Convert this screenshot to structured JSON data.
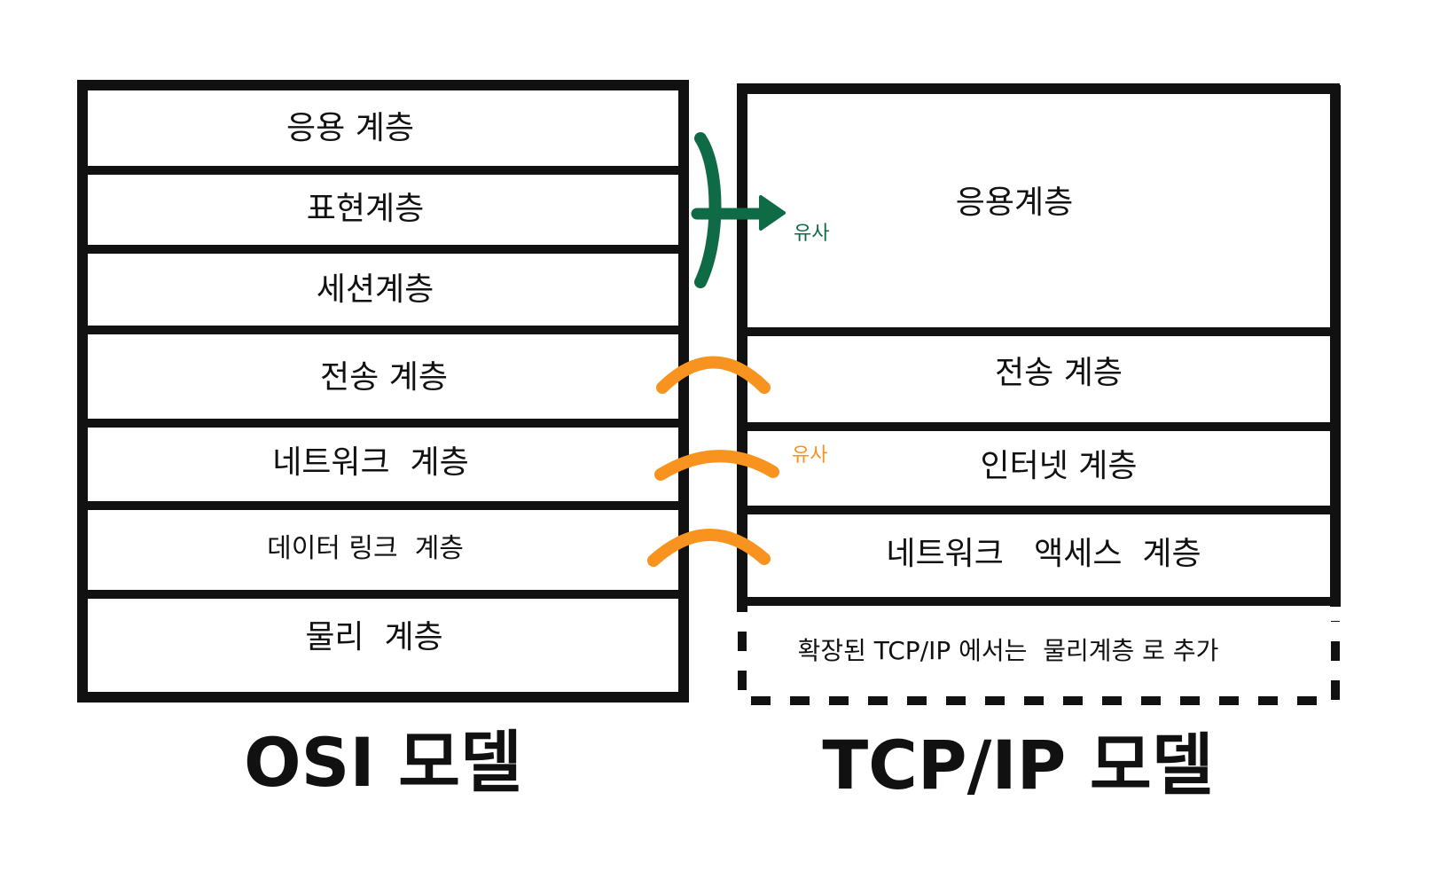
{
  "osi": {
    "title": "OSI 모델",
    "layers": [
      "응용 계층",
      "표현계층",
      "세션계층",
      "전송 계층",
      "네트워크  계층",
      "데이터 링크  계층",
      "물리  계층"
    ]
  },
  "tcpip": {
    "title": "TCP/IP 모델",
    "layers": [
      "응용계층",
      "전송 계층",
      "인터넷 계층",
      "네트워크   액세스  계층"
    ],
    "extended_note": "확장된 TCP/IP 에서는  물리계층 로 추가"
  },
  "relations": {
    "similar_green": "유사",
    "similar_orange": "유사"
  },
  "colors": {
    "line": "#111111",
    "green": "#0f6b45",
    "orange": "#f7931e",
    "background": "#ffffff"
  }
}
